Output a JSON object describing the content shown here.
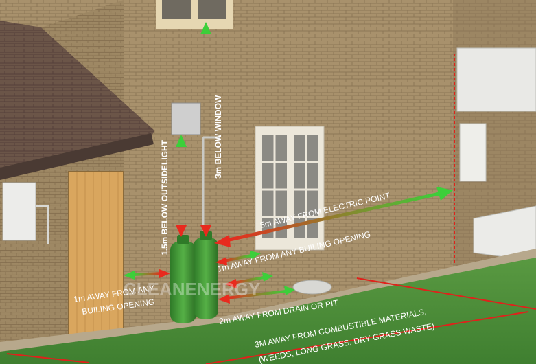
{
  "labels": {
    "below_outside_light": "1.5m BELOW OUTSIDELIGHT",
    "below_window": "3m BELOW WINDOW",
    "electric_point": "5m AWAY FROM ELECTRIC POINT",
    "building_opening_right": "1m AWAY FROM ANY BUILING OPENING",
    "building_opening_left_1": "1m AWAY FROM ANY",
    "building_opening_left_2": "BUILING OPENING",
    "drain_pit": "2m AWAY FROM DRAIN OR PIT",
    "combustible_1": "3M AWAY FROM COMBUSTIBLE MATERIALS,",
    "combustible_2": "(WEEDS, LONG GRASS, DRY GRASS WASTE)"
  },
  "watermark": "CLEANENERGY",
  "colors": {
    "arrow_start": "#e82a1e",
    "arrow_end": "#3ccf3a",
    "boundary_line": "#e0211b",
    "cylinder": "#3f9a35",
    "brick": "#a08a66",
    "grass": "#4f8f3a",
    "door": "#d9a65e"
  }
}
